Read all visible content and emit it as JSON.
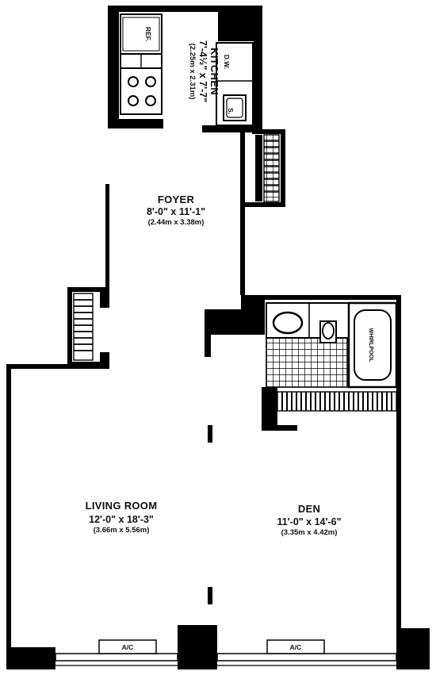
{
  "rooms": {
    "kitchen": {
      "name": "KITCHEN",
      "dim": "7'-4½\" x 7'-7\"",
      "metric": "(2.25m x 2.31m)"
    },
    "foyer": {
      "name": "FOYER",
      "dim": "8'-0\" x 11'-1\"",
      "metric": "(2.44m x 3.38m)"
    },
    "living": {
      "name": "LIVING ROOM",
      "dim": "12'-0\" x 18'-3\"",
      "metric": "(3.66m x 5.56m)"
    },
    "den": {
      "name": "DEN",
      "dim": "11'-0\" x 14'-6\"",
      "metric": "(3.35m x 4.42m)"
    }
  },
  "fixtures": {
    "ref": "REF.",
    "dw": "D.W.",
    "sink": "S.",
    "tub": "WHIRLPOOL",
    "ac_left": "A/C",
    "ac_right": "A/C"
  },
  "colors": {
    "wall": "#000000",
    "background": "#ffffff"
  }
}
